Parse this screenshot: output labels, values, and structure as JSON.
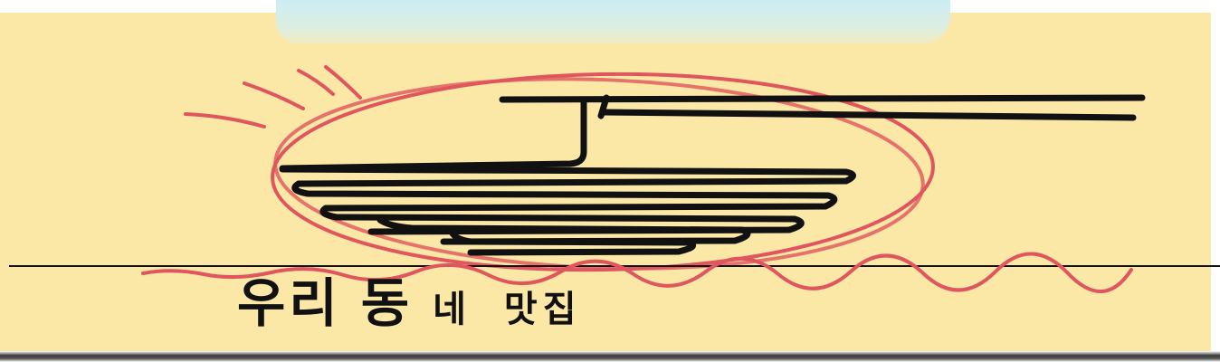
{
  "logo": {
    "title_part1": "우리",
    "title_part2": "동",
    "title_part3": "네",
    "title_part4": "맛집",
    "colors": {
      "background": "#fbe7a6",
      "circle": "#e0565e",
      "ink": "#111111",
      "cloud": "#c9ecf2"
    },
    "icons": [
      "noodle-bowl-icon",
      "chopsticks-icon",
      "sun-rays-icon"
    ]
  }
}
